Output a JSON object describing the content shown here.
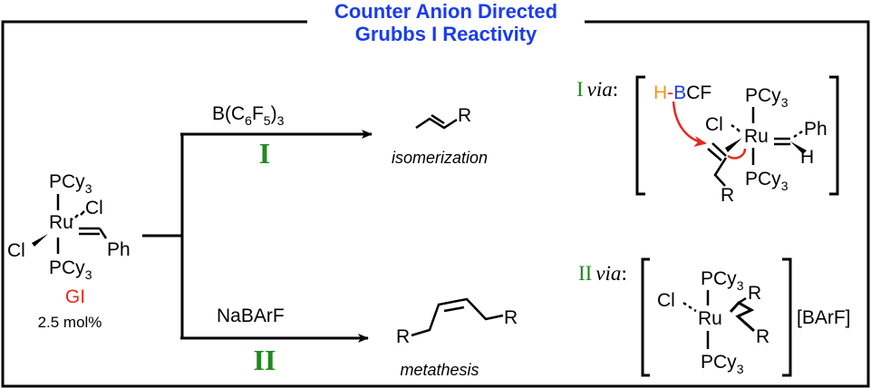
{
  "title": {
    "line1": "Counter Anion Directed",
    "line2": "Grubbs I Reactivity",
    "color": "#1a3cf0"
  },
  "catalyst": {
    "top_ligand": "PCy",
    "bottom_ligand": "PCy",
    "ligand_subscript": "3",
    "metal": "Ru",
    "cl_top": "Cl",
    "cl_left": "Cl",
    "substituent": "Ph",
    "name": "GI",
    "name_color": "#e8281e",
    "loading": "2.5 mol%"
  },
  "pathway_I": {
    "reagent_main": "B(C",
    "reagent_sub1": "6",
    "reagent_mid": "F",
    "reagent_sub2": "5",
    "reagent_end": ")",
    "reagent_sub3": "3",
    "numeral": "I",
    "product_r": "R",
    "product_label": "isomerization",
    "via_numeral": "I",
    "via_text": "via",
    "via_colon": ":",
    "intermediate": {
      "h": "H",
      "h_color": "#f7941d",
      "dash": "-",
      "b": "B",
      "b_color": "#1a3cf0",
      "cf": "CF",
      "top_ligand": "PCy",
      "bottom_ligand": "PCy",
      "sub": "3",
      "cl": "Cl",
      "metal": "Ru",
      "ph": "Ph",
      "h_alkylidene": "H",
      "r": "R",
      "arrow_color": "#e8281e"
    }
  },
  "pathway_II": {
    "reagent": "NaBArF",
    "numeral": "II",
    "product_r_left": "R",
    "product_r_right": "R",
    "product_label": "metathesis",
    "via_numeral": "II",
    "via_text": "via",
    "via_colon": ":",
    "intermediate": {
      "top_ligand": "PCy",
      "bottom_ligand": "PCy",
      "sub": "3",
      "cl": "Cl",
      "metal": "Ru",
      "r_top": "R",
      "r_bottom": "R",
      "counterion": "[BArF]"
    }
  },
  "colors": {
    "numeral_green": "#1f8a1f",
    "line": "#000000"
  }
}
